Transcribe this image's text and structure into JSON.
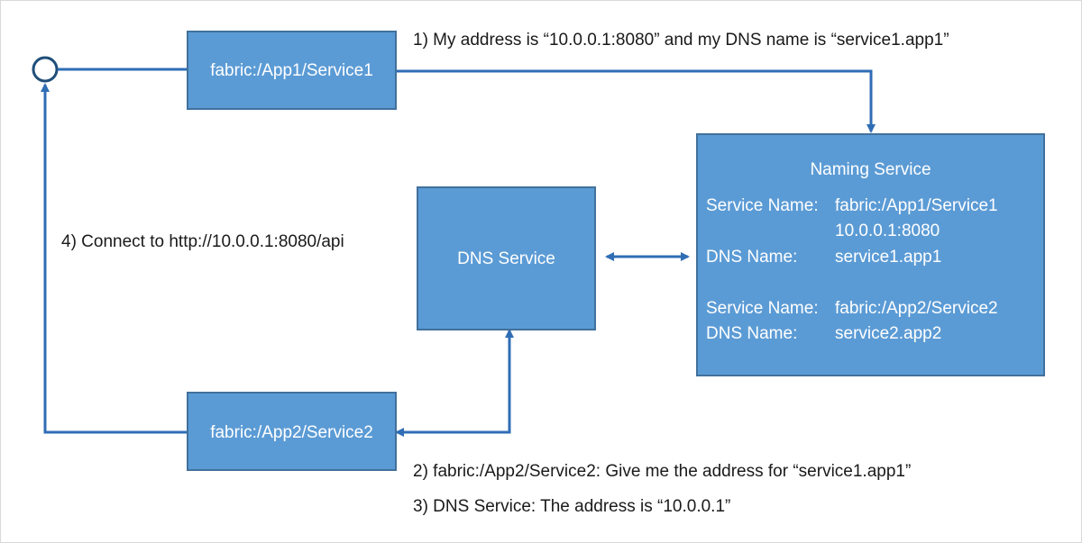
{
  "colors": {
    "box_fill": "#5b9bd5",
    "box_border": "#41719c",
    "connector": "#2f6db5",
    "text_dark": "#1a1a1a",
    "text_light": "#ffffff"
  },
  "nodes": {
    "service1": {
      "label": "fabric:/App1/Service1"
    },
    "service2": {
      "label": "fabric:/App2/Service2"
    },
    "dns_service": {
      "label": "DNS Service"
    },
    "naming_service": {
      "title": "Naming Service",
      "entries": [
        {
          "service_name_label": "Service Name:",
          "service_name": "fabric:/App1/Service1",
          "address": "10.0.0.1:8080",
          "dns_name_label": "DNS Name:",
          "dns_name": "service1.app1"
        },
        {
          "service_name_label": "Service Name:",
          "service_name": "fabric:/App2/Service2",
          "dns_name_label": "DNS Name:",
          "dns_name": "service2.app2"
        }
      ]
    }
  },
  "steps": [
    {
      "text": "1) My address is “10.0.0.1:8080” and my DNS name is “service1.app1”"
    },
    {
      "text": "2) fabric:/App2/Service2: Give me the address for “service1.app1”"
    },
    {
      "text": "3) DNS Service: The address is “10.0.0.1”"
    },
    {
      "text": "4) Connect to http://10.0.0.1:8080/api"
    }
  ]
}
